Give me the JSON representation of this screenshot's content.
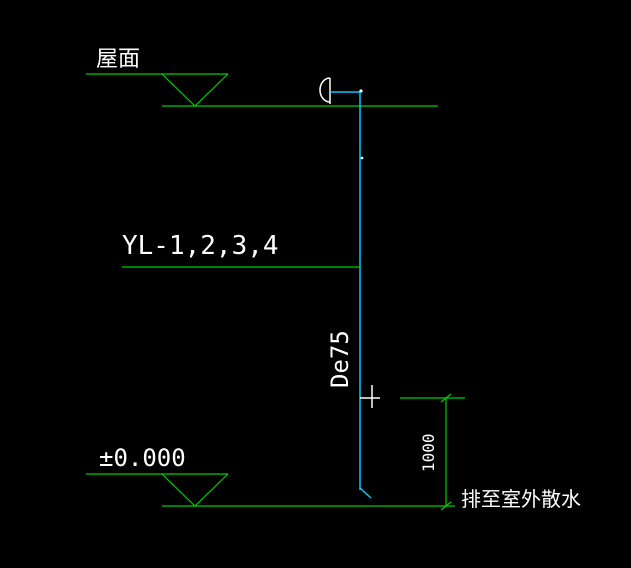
{
  "drawing": {
    "roof_label": "屋面",
    "pipe_label": "YL-1,2,3,4",
    "diameter_label": "De75",
    "ground_label": "±0.000",
    "dimension_label": "1000",
    "outlet_label": "排至室外散水"
  },
  "colors": {
    "background": "#000000",
    "line_green": "#00d000",
    "pipe_cyan": "#00c8ff",
    "text_white": "#ffffff"
  }
}
